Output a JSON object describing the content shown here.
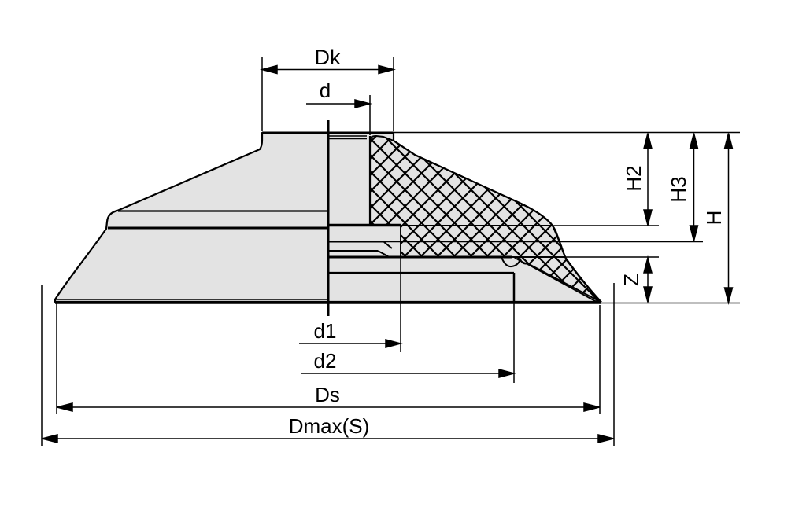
{
  "drawing": {
    "labels": {
      "dk": "Dk",
      "d": "d",
      "h2": "H2",
      "h3": "H3",
      "h": "H",
      "z": "Z",
      "d1": "d1",
      "d2": "d2",
      "ds": "Ds",
      "dmax": "Dmax(S)"
    },
    "colors": {
      "body_fill": "#e3e3e3",
      "line": "#000000",
      "background": "#ffffff"
    }
  }
}
